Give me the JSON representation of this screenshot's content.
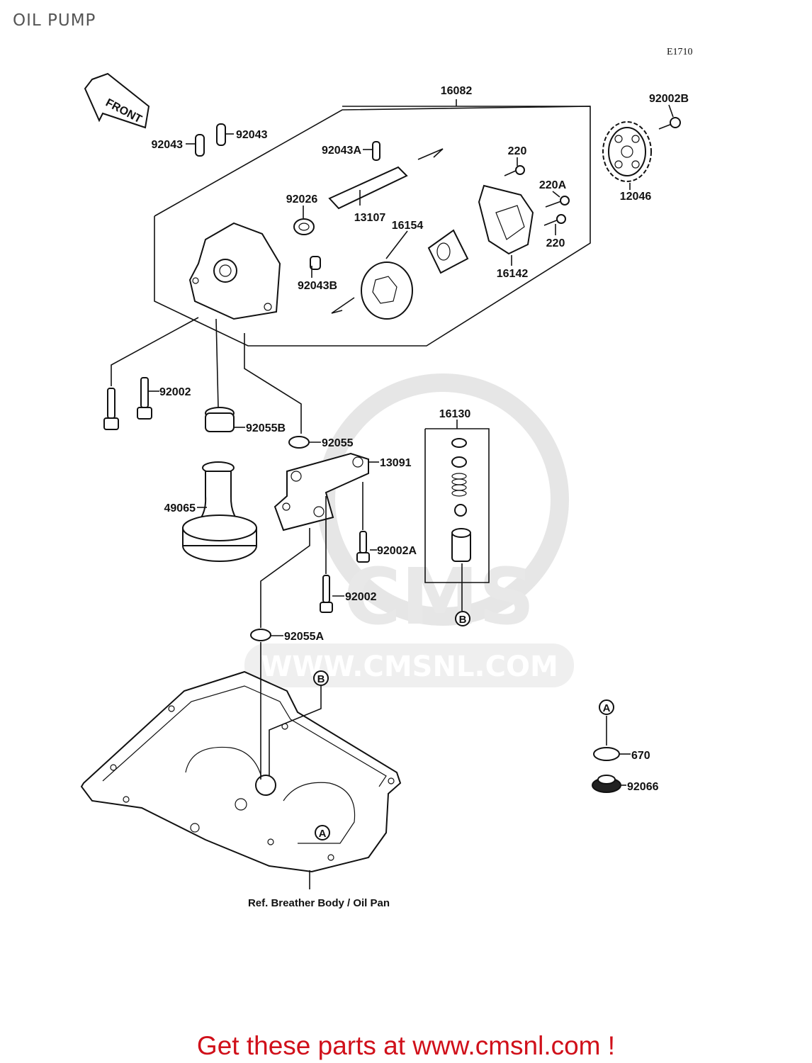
{
  "page": {
    "title": "OIL PUMP",
    "diagram_code": "E1710",
    "front_label": "FRONT",
    "reference_note": "Ref. Breather Body / Oil Pan",
    "watermark_url": "WWW.CMSNL.COM",
    "watermark_brand": "CMS",
    "footer": "Get these parts at www.cmsnl.com !"
  },
  "parts": {
    "p16082": "16082",
    "p92002B": "92002B",
    "p92043_left": "92043",
    "p92043_right": "92043",
    "p92043A": "92043A",
    "p220_top": "220",
    "p220A": "220A",
    "p220_bottom": "220",
    "p12046": "12046",
    "p92026": "92026",
    "p13107": "13107",
    "p16154": "16154",
    "p16142": "16142",
    "p92043B": "92043B",
    "p92002_upper": "92002",
    "p92055B": "92055B",
    "p92055": "92055",
    "p16130": "16130",
    "p13091": "13091",
    "p49065": "49065",
    "p92002A": "92002A",
    "p92002_lower": "92002",
    "p92055A": "92055A",
    "p670": "670",
    "p92066": "92066"
  },
  "callouts": {
    "a": "A",
    "b": "B"
  }
}
